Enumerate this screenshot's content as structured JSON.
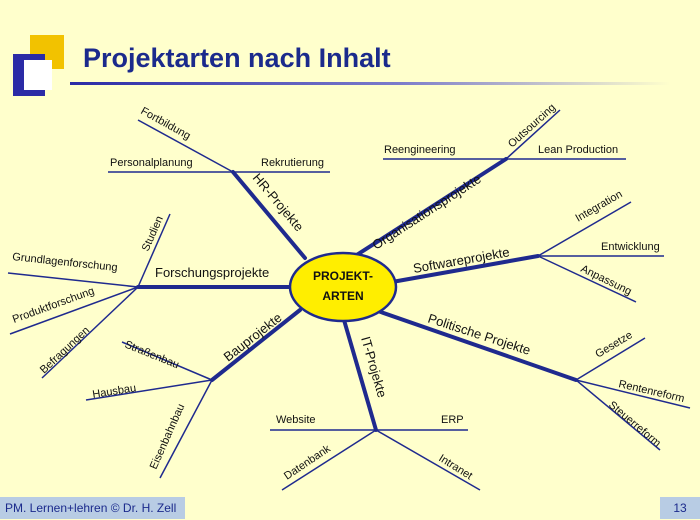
{
  "slide": {
    "title": "Projektarten nach Inhalt",
    "footer": "PM. Lernen+lehren © Dr. H. Zell",
    "page_number": "13"
  },
  "diagram": {
    "center": {
      "line1": "PROJEKT-",
      "line2": "ARTEN",
      "fill_color": "#FFEE00"
    },
    "branch_color": "#1F2A8E",
    "branches": [
      {
        "label": "HR-Projekte",
        "items": [
          "Fortbildung",
          "Personalplanung",
          "Rekrutierung"
        ]
      },
      {
        "label": "Organisationsprojekte",
        "items": [
          "Outsourcing",
          "Reengineering",
          "Lean Production"
        ]
      },
      {
        "label": "Softwareprojekte",
        "items": [
          "Integration",
          "Entwicklung",
          "Anpassung"
        ]
      },
      {
        "label": "Politische Projekte",
        "items": [
          "Gesetze",
          "Rentenreform",
          "Steuerreform"
        ]
      },
      {
        "label": "IT-Projekte",
        "items": [
          "Website",
          "ERP",
          "Datenbank",
          "Intranet"
        ]
      },
      {
        "label": "Bauprojekte",
        "items": [
          "Straßenbau",
          "Hausbau",
          "Eisenbahnbau"
        ]
      },
      {
        "label": "Forschungsprojekte",
        "items": [
          "Studien",
          "Grundlagenforschung",
          "Produktforschung",
          "Befragungen"
        ]
      }
    ]
  }
}
